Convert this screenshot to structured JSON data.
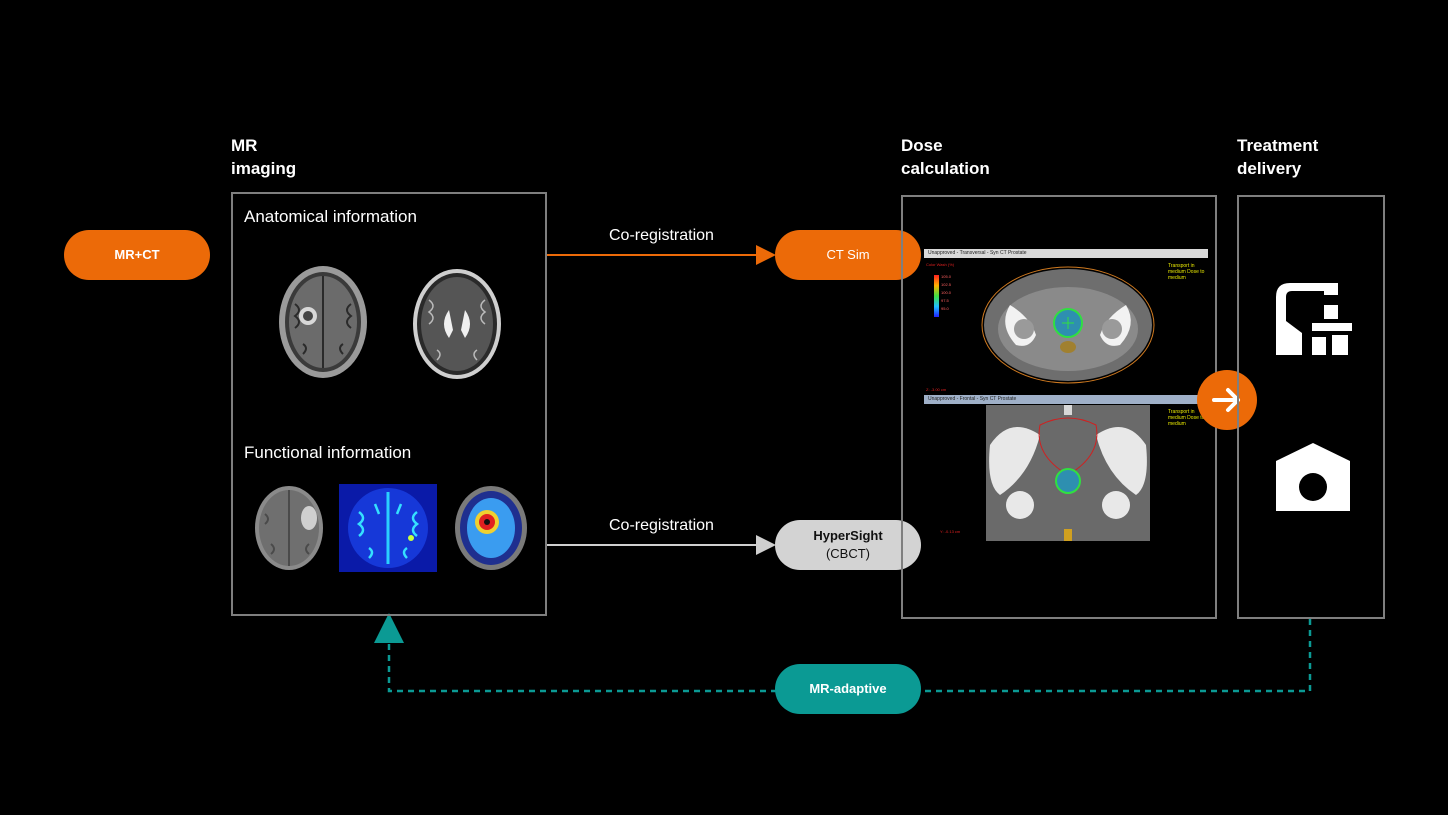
{
  "headings": {
    "mr_imaging": [
      "MR",
      "imaging"
    ],
    "dose_calculation": [
      "Dose",
      "calculation"
    ],
    "treatment_delivery": [
      "Treatment",
      "delivery"
    ]
  },
  "panel_mr": {
    "anatomical_label": "Anatomical information",
    "functional_label": "Functional information"
  },
  "pills": {
    "mr_ct": "MR+CT",
    "ct_sim": "CT Sim",
    "hypersight_title": "HyperSight",
    "hypersight_sub": "(CBCT)",
    "mr_adaptive": "MR-adaptive"
  },
  "arrows": {
    "coreg_top": "Co-registration",
    "coreg_bottom": "Co-registration"
  },
  "dose_screen": {
    "top_window_title": "Unapproved - Transversal - Syn CT Prostate",
    "bottom_window_title": "Unapproved - Frontal - Syn CT Prostate",
    "transport_text_top": "Transport in medium Dose to medium",
    "transport_text_bottom": "Transport in medium Dose to medium",
    "legend_title": "Color Wash (%)",
    "legend_values": [
      "105.0",
      "102.5",
      "100.0",
      "97.5",
      "95.0"
    ],
    "coord_top": "Z: -3.00 cm",
    "coord_bottom": "Y: -0.13 cm"
  },
  "colors": {
    "orange": "#ec6a08",
    "teal": "#0b9a94",
    "grey_pill": "#d3d3d3",
    "panel_border": "#7f7f7f"
  },
  "icons": [
    "linac-gantry-icon",
    "bore-ring-icon",
    "next-arrow-icon"
  ]
}
